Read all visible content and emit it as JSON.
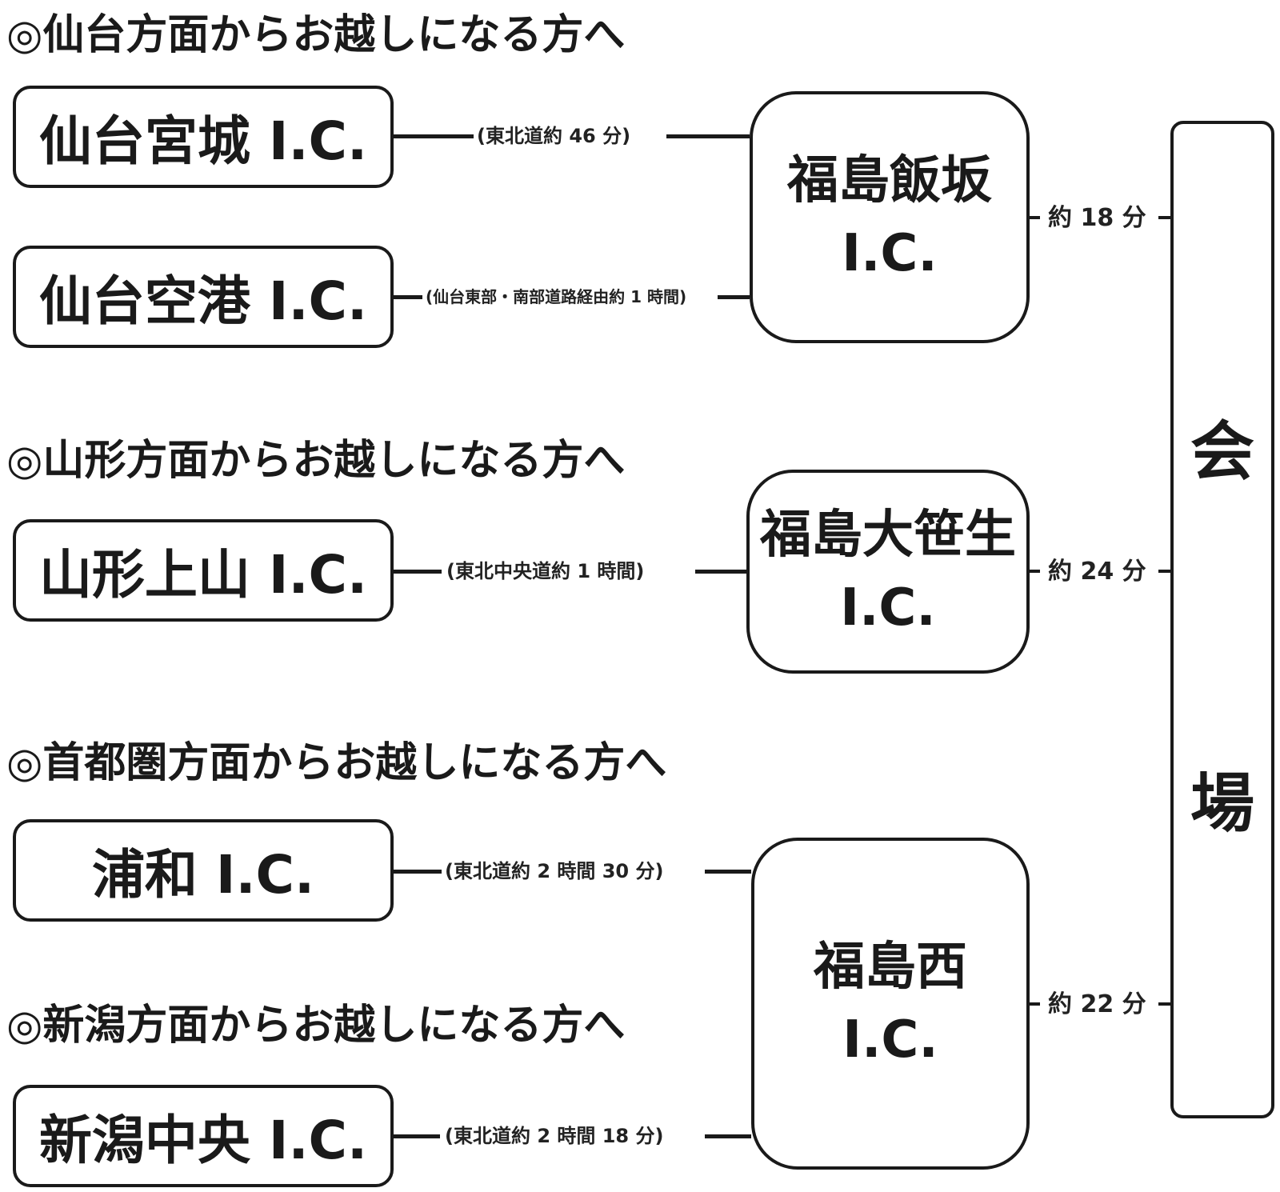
{
  "headings": {
    "sendai": "◎仙台方面からお越しになる方へ",
    "yamagata": "◎山形方面からお越しになる方へ",
    "shutoken": "◎首都圏方面からお越しになる方へ",
    "niigata": "◎新潟方面からお越しになる方へ"
  },
  "start_ics": {
    "sendai_miyagi": "仙台宮城 I.C.",
    "sendai_kuko": "仙台空港 I.C.",
    "yamagata_kaminoyama": "山形上山 I.C.",
    "urawa": "浦和 I.C.",
    "niigata_chuo": "新潟中央 I.C."
  },
  "routes": {
    "sendai_miyagi": "(東北道約 46 分)",
    "sendai_kuko": "(仙台東部・南部道路経由約 1 時間)",
    "yamagata_kaminoyama": "(東北中央道約 1 時間)",
    "urawa": "(東北道約 2 時間 30 分)",
    "niigata_chuo": "(東北道約 2 時間 18 分)"
  },
  "dest_ics": {
    "iizaka": {
      "line1": "福島飯坂",
      "line2": "I.C."
    },
    "osasou": {
      "line1": "福島大笹生",
      "line2": "I.C."
    },
    "nishi": {
      "line1": "福島西",
      "line2": "I.C."
    }
  },
  "to_venue": {
    "iizaka": "約 18 分",
    "osasou": "約 24 分",
    "nishi": "約 22 分"
  },
  "venue": {
    "char1": "会",
    "char2": "場"
  }
}
